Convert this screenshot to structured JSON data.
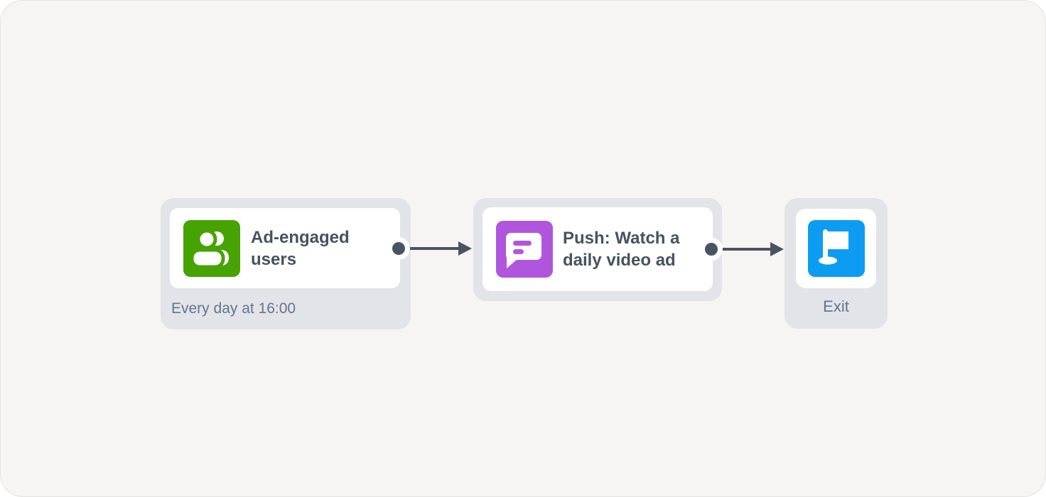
{
  "canvas": {
    "background": "#f6f5f4",
    "border": "#e3e2e1",
    "node_background": "#e2e4e9",
    "card_background": "#ffffff"
  },
  "connector": {
    "color": "#4a5362"
  },
  "text_colors": {
    "title": "#47525f",
    "caption": "#64748b"
  },
  "nodes": {
    "trigger": {
      "title": "Ad-engaged users",
      "subtitle": "Every day at 16:00",
      "icon": "users-icon",
      "icon_color": "#46a302"
    },
    "push": {
      "title": "Push: Watch a daily video ad",
      "icon": "chat-message-icon",
      "icon_color": "#b056dd"
    },
    "exit": {
      "label": "Exit",
      "icon": "flag-icon",
      "icon_color": "#0c9df2"
    }
  }
}
